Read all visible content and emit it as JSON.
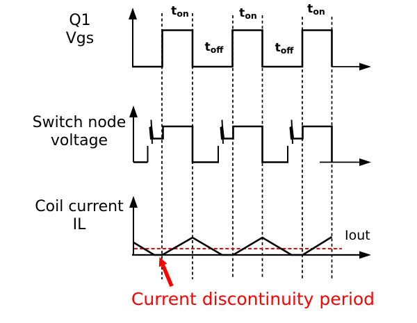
{
  "panels": {
    "gate": {
      "line1": "Q1",
      "line2": "Vgs"
    },
    "switch": {
      "line1": "Switch node",
      "line2": "voltage"
    },
    "coil": {
      "line1": "Coil current",
      "line2": "IL",
      "iout_label": "Iout"
    }
  },
  "timing": {
    "ton": {
      "base": "t",
      "sub": "on"
    },
    "toff": {
      "base": "t",
      "sub": "off"
    }
  },
  "annotation": {
    "caption": "Current discontinuity period"
  },
  "colors": {
    "waveform": "#000000",
    "annotation_red": "#ff0000",
    "background": "#ffffff"
  }
}
